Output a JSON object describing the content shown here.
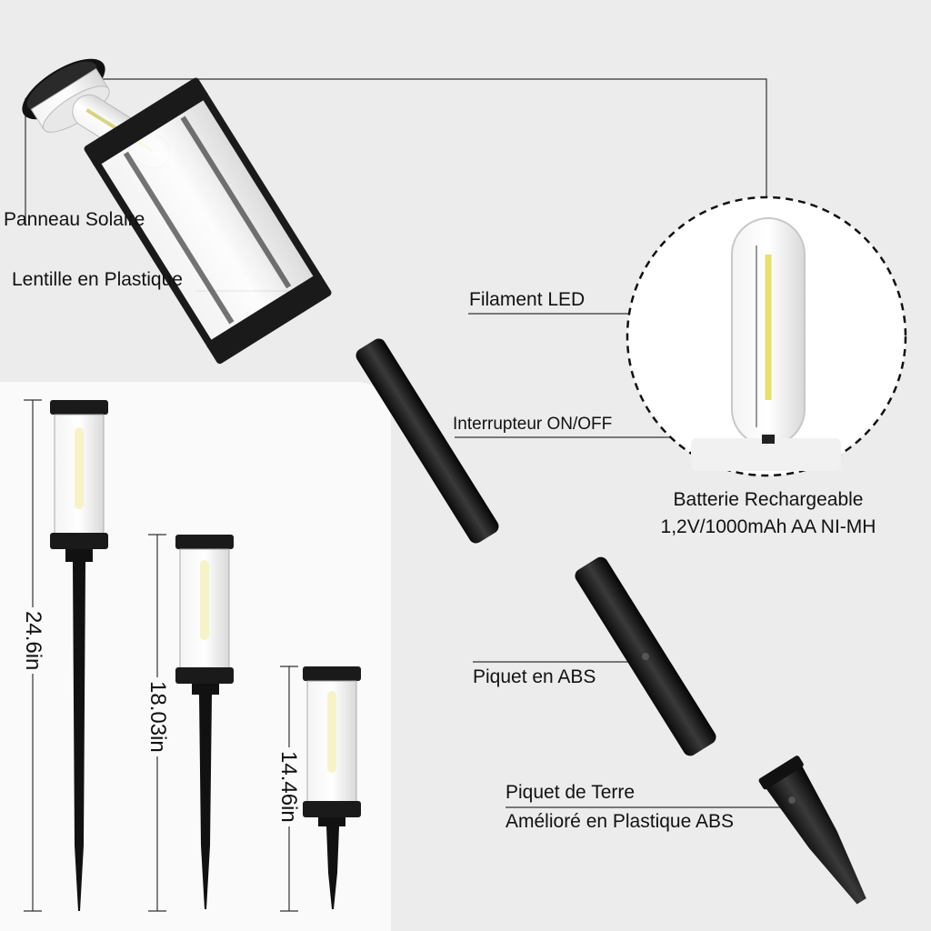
{
  "callouts": {
    "solar_panel": "Panneau Solaire",
    "plastic_lens": "Lentille en Plastique",
    "led_filament": "Filament LED",
    "on_off_switch": "Interrupteur ON/OFF",
    "battery_line1": "Batterie Rechargeable",
    "battery_line2": "1,2V/1000mAh AA NI-MH",
    "abs_stake": "Piquet en ABS",
    "ground_stake_line1": "Piquet de Terre",
    "ground_stake_line2": "Amélioré en Plastique ABS"
  },
  "sizes": {
    "large": "24.6in",
    "medium": "18.03in",
    "small": "14.46in"
  }
}
